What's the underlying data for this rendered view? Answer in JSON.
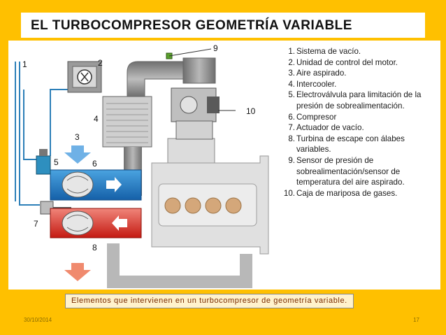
{
  "slide": {
    "title": "EL TURBOCOMPRESOR GEOMETRÍA VARIABLE",
    "caption": "Elementos que intervienen en un turbocompresor de geometría variable.",
    "date": "30/10/2014",
    "page_number": "17"
  },
  "diagram": {
    "callouts": [
      "1",
      "2",
      "3",
      "4",
      "5",
      "6",
      "7",
      "8",
      "9",
      "10"
    ],
    "legend": [
      {
        "num": "1.",
        "text": "Sistema de vacío."
      },
      {
        "num": "2.",
        "text": "Unidad de control del motor."
      },
      {
        "num": "3.",
        "text": "Aire aspirado."
      },
      {
        "num": "4.",
        "text": "Intercooler."
      },
      {
        "num": "5.",
        "text": "Electroválvula para limitación de la\npresión de sobrealimentación."
      },
      {
        "num": "6.",
        "text": "Compresor"
      },
      {
        "num": "7.",
        "text": "Actuador de vacío."
      },
      {
        "num": "8.",
        "text": "Turbina de escape con álabes\nvariables."
      },
      {
        "num": "9.",
        "text": "Sensor de presión de\nsobrealimentación/sensor de\ntemperatura del aire aspirado."
      },
      {
        "num": "10.",
        "text": "Caja de mariposa de gases."
      }
    ]
  },
  "colors": {
    "background": "#FFC000",
    "intake_air": "#1F7AC4",
    "exhaust_gas": "#D9221A",
    "vacuum_line": "#2C7FB8",
    "pipe_gray": "#8E8E8E"
  }
}
